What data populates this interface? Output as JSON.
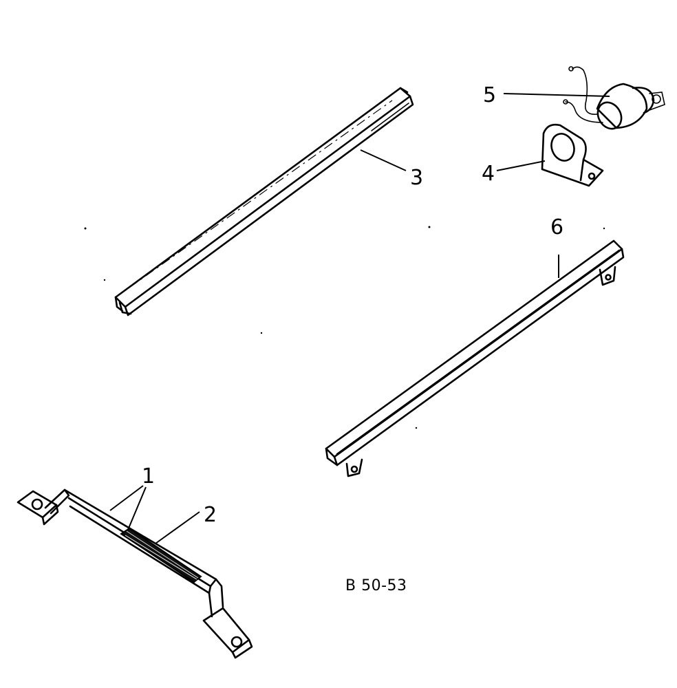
{
  "callouts": {
    "c1": "1",
    "c2": "2",
    "c3": "3",
    "c4": "4",
    "c5": "5",
    "c6": "6"
  },
  "drawing_ref": "B 50-53"
}
